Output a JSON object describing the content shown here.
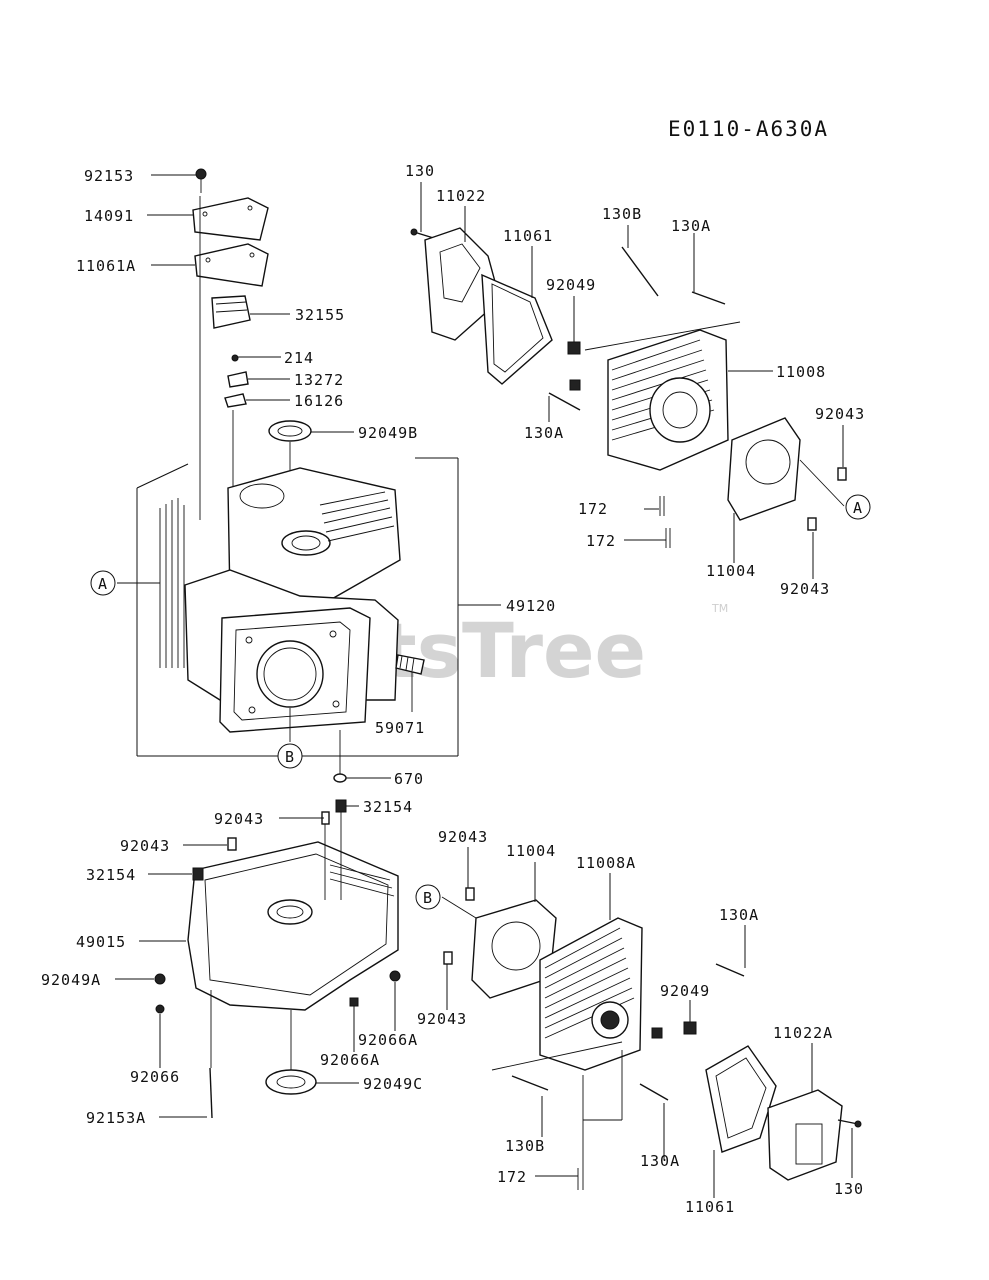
{
  "diagram_code": "E0110-A630A",
  "watermark": "PartsTree",
  "watermark_tm": "TM",
  "callouts": {
    "A_left": "A",
    "A_right": "A",
    "B_left": "B",
    "B_lower": "B"
  },
  "labels": {
    "p92153": "92153",
    "p14091": "14091",
    "p11061A": "11061A",
    "p32155": "32155",
    "p214": "214",
    "p13272": "13272",
    "p16126": "16126",
    "p92049B": "92049B",
    "p49120": "49120",
    "p59071": "59071",
    "p670": "670",
    "p130_top": "130",
    "p11022": "11022",
    "p11061_top": "11061",
    "p130B_top": "130B",
    "p130A_top": "130A",
    "p92049_top": "92049",
    "p11008": "11008",
    "p92043_r1": "92043",
    "p130A_mid": "130A",
    "p172_a": "172",
    "p172_b": "172",
    "p11004_top": "11004",
    "p92043_r2": "92043",
    "p92043_b1": "92043",
    "p32154_b1": "32154",
    "p92043_b2": "92043",
    "p32154_b2": "32154",
    "p49015": "49015",
    "p92049A": "92049A",
    "p92066": "92066",
    "p92153A": "92153A",
    "p92066A_a": "92066A",
    "p92066A_b": "92066A",
    "p92049C": "92049C",
    "p92043_b3": "92043",
    "p11004_b": "11004",
    "p11008A": "11008A",
    "p130A_b1": "130A",
    "p92043_b4": "92043",
    "p92049_b": "92049",
    "p11022A": "11022A",
    "p130B_b": "130B",
    "p130A_b2": "130A",
    "p172_c": "172",
    "p11061_b": "11061",
    "p130_b": "130"
  }
}
